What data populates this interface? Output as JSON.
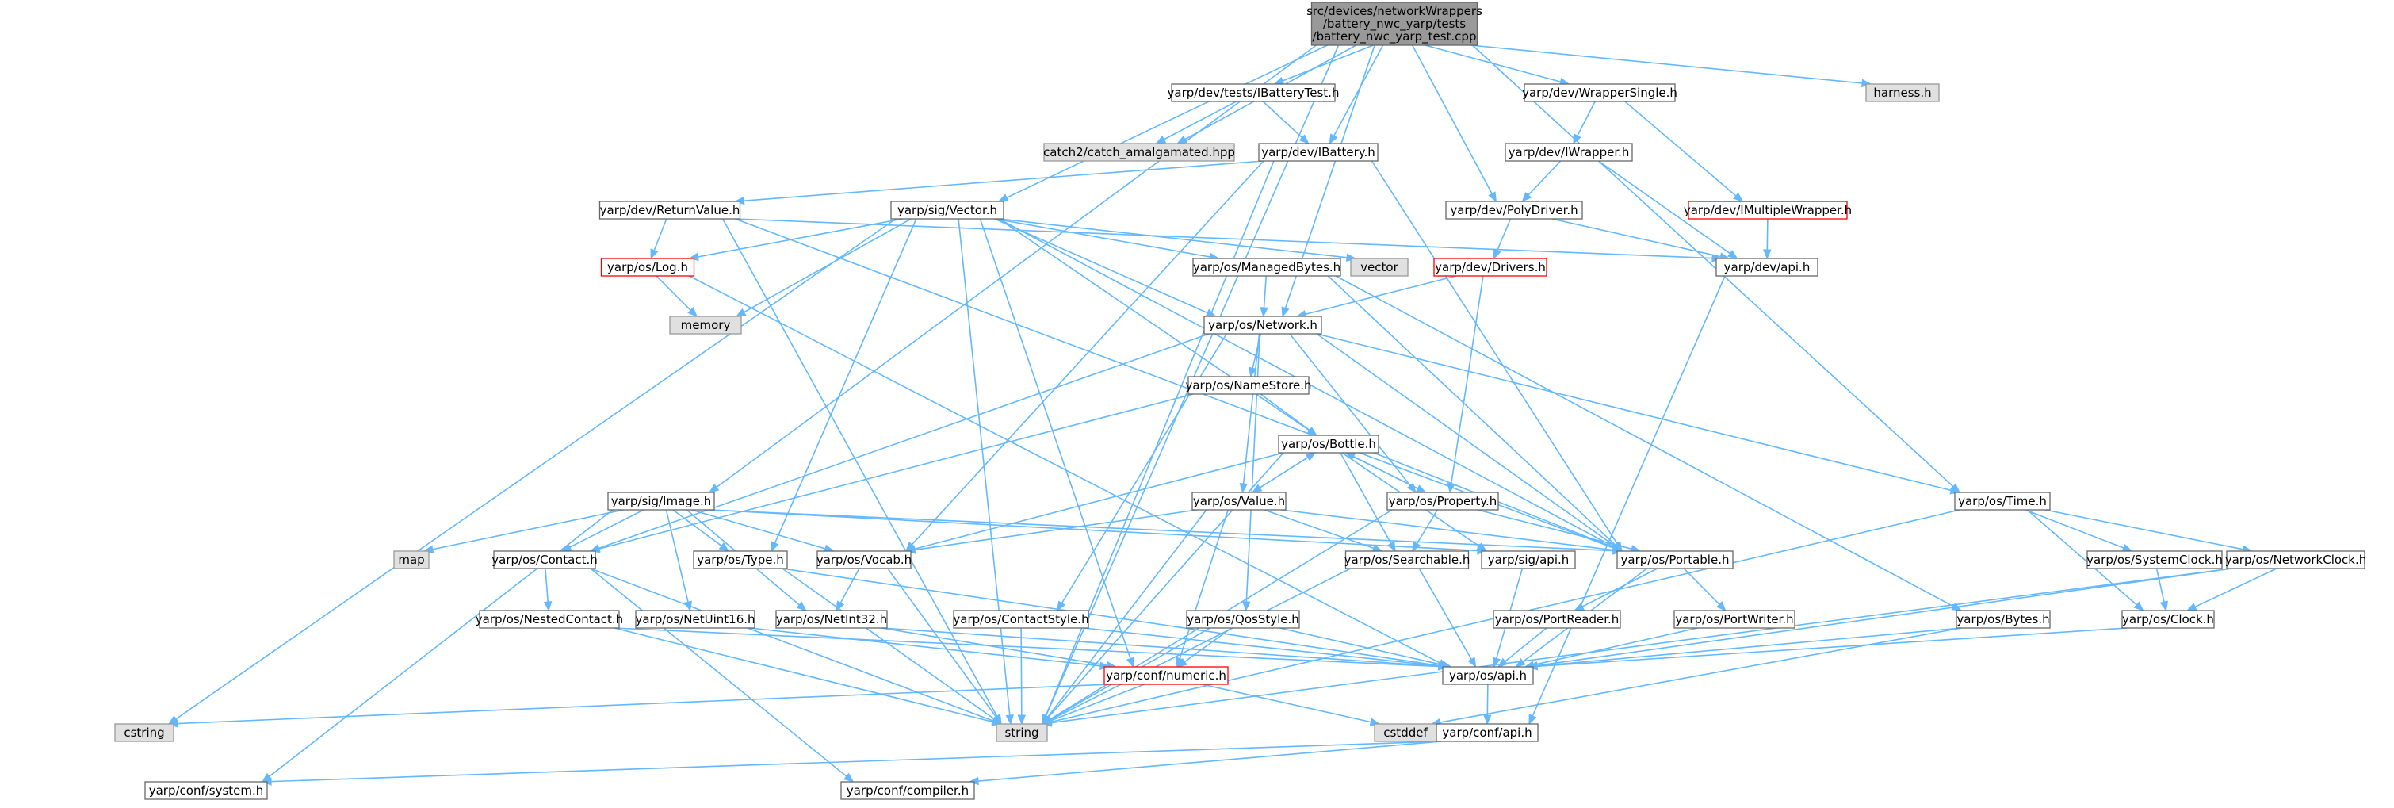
{
  "colors": {
    "edge": "#63b8ff",
    "node_fill": "#ffffff",
    "node_border": "#666666",
    "root_fill": "#999999",
    "root_border": "#666666",
    "external_fill": "#e0e0e0",
    "external_border": "#999999",
    "truncated_border": "#ff0000"
  },
  "nodes": [
    {
      "id": "root",
      "kind": "root",
      "lines": [
        "src/devices/networkWrappers",
        "/battery_nwc_yarp/tests",
        "/battery_nwc_yarp_test.cpp"
      ]
    },
    {
      "id": "ibatterytest",
      "kind": "normal",
      "lines": [
        "yarp/dev/tests/IBatteryTest.h"
      ]
    },
    {
      "id": "wrappersingle",
      "kind": "normal",
      "lines": [
        "yarp/dev/WrapperSingle.h"
      ]
    },
    {
      "id": "harness",
      "kind": "external",
      "lines": [
        "harness.h"
      ]
    },
    {
      "id": "catch2",
      "kind": "external",
      "lines": [
        "catch2/catch_amalgamated.hpp"
      ]
    },
    {
      "id": "ibattery",
      "kind": "normal",
      "lines": [
        "yarp/dev/IBattery.h"
      ]
    },
    {
      "id": "iwrapper",
      "kind": "normal",
      "lines": [
        "yarp/dev/IWrapper.h"
      ]
    },
    {
      "id": "returnvalue",
      "kind": "normal",
      "lines": [
        "yarp/dev/ReturnValue.h"
      ]
    },
    {
      "id": "vector",
      "kind": "normal",
      "lines": [
        "yarp/sig/Vector.h"
      ]
    },
    {
      "id": "polydriver",
      "kind": "normal",
      "lines": [
        "yarp/dev/PolyDriver.h"
      ]
    },
    {
      "id": "imultiplewrapper",
      "kind": "truncated",
      "lines": [
        "yarp/dev/IMultipleWrapper.h"
      ]
    },
    {
      "id": "log",
      "kind": "truncated",
      "lines": [
        "yarp/os/Log.h"
      ]
    },
    {
      "id": "managedbytes",
      "kind": "normal",
      "lines": [
        "yarp/os/ManagedBytes.h"
      ]
    },
    {
      "id": "std_vector",
      "kind": "external",
      "lines": [
        "vector"
      ]
    },
    {
      "id": "drivers",
      "kind": "truncated",
      "lines": [
        "yarp/dev/Drivers.h"
      ]
    },
    {
      "id": "devapi",
      "kind": "normal",
      "lines": [
        "yarp/dev/api.h"
      ]
    },
    {
      "id": "memory",
      "kind": "external",
      "lines": [
        "memory"
      ]
    },
    {
      "id": "network",
      "kind": "normal",
      "lines": [
        "yarp/os/Network.h"
      ]
    },
    {
      "id": "namestore",
      "kind": "normal",
      "lines": [
        "yarp/os/NameStore.h"
      ]
    },
    {
      "id": "bottle",
      "kind": "normal",
      "lines": [
        "yarp/os/Bottle.h"
      ]
    },
    {
      "id": "image",
      "kind": "normal",
      "lines": [
        "yarp/sig/Image.h"
      ]
    },
    {
      "id": "value",
      "kind": "normal",
      "lines": [
        "yarp/os/Value.h"
      ]
    },
    {
      "id": "property",
      "kind": "normal",
      "lines": [
        "yarp/os/Property.h"
      ]
    },
    {
      "id": "time",
      "kind": "normal",
      "lines": [
        "yarp/os/Time.h"
      ]
    },
    {
      "id": "map",
      "kind": "external",
      "lines": [
        "map"
      ]
    },
    {
      "id": "contact",
      "kind": "normal",
      "lines": [
        "yarp/os/Contact.h"
      ]
    },
    {
      "id": "type",
      "kind": "normal",
      "lines": [
        "yarp/os/Type.h"
      ]
    },
    {
      "id": "vocab",
      "kind": "normal",
      "lines": [
        "yarp/os/Vocab.h"
      ]
    },
    {
      "id": "sigapi",
      "kind": "normal",
      "lines": [
        "yarp/sig/api.h"
      ]
    },
    {
      "id": "searchable",
      "kind": "normal",
      "lines": [
        "yarp/os/Searchable.h"
      ]
    },
    {
      "id": "portable",
      "kind": "normal",
      "lines": [
        "yarp/os/Portable.h"
      ]
    },
    {
      "id": "systemclock",
      "kind": "normal",
      "lines": [
        "yarp/os/SystemClock.h"
      ]
    },
    {
      "id": "networkclock",
      "kind": "normal",
      "lines": [
        "yarp/os/NetworkClock.h"
      ]
    },
    {
      "id": "nestedcontact",
      "kind": "normal",
      "lines": [
        "yarp/os/NestedContact.h"
      ]
    },
    {
      "id": "netuint16",
      "kind": "normal",
      "lines": [
        "yarp/os/NetUint16.h"
      ]
    },
    {
      "id": "netint32",
      "kind": "normal",
      "lines": [
        "yarp/os/NetInt32.h"
      ]
    },
    {
      "id": "contactstyle",
      "kind": "normal",
      "lines": [
        "yarp/os/ContactStyle.h"
      ]
    },
    {
      "id": "qosstyle",
      "kind": "normal",
      "lines": [
        "yarp/os/QosStyle.h"
      ]
    },
    {
      "id": "portreader",
      "kind": "normal",
      "lines": [
        "yarp/os/PortReader.h"
      ]
    },
    {
      "id": "portwriter",
      "kind": "normal",
      "lines": [
        "yarp/os/PortWriter.h"
      ]
    },
    {
      "id": "bytes",
      "kind": "normal",
      "lines": [
        "yarp/os/Bytes.h"
      ]
    },
    {
      "id": "clock",
      "kind": "normal",
      "lines": [
        "yarp/os/Clock.h"
      ]
    },
    {
      "id": "numeric",
      "kind": "truncated",
      "lines": [
        "yarp/conf/numeric.h"
      ]
    },
    {
      "id": "osapi",
      "kind": "normal",
      "lines": [
        "yarp/os/api.h"
      ]
    },
    {
      "id": "cstring",
      "kind": "external",
      "lines": [
        "cstring"
      ]
    },
    {
      "id": "string",
      "kind": "external",
      "lines": [
        "string"
      ]
    },
    {
      "id": "cstddef",
      "kind": "external",
      "lines": [
        "cstddef"
      ]
    },
    {
      "id": "confapi",
      "kind": "normal",
      "lines": [
        "yarp/conf/api.h"
      ]
    },
    {
      "id": "system",
      "kind": "normal",
      "lines": [
        "yarp/conf/system.h"
      ]
    },
    {
      "id": "compiler",
      "kind": "normal",
      "lines": [
        "yarp/conf/compiler.h"
      ]
    }
  ],
  "edges": [
    [
      "root",
      "ibatterytest"
    ],
    [
      "root",
      "wrappersingle"
    ],
    [
      "root",
      "harness"
    ],
    [
      "root",
      "catch2"
    ],
    [
      "root",
      "ibattery"
    ],
    [
      "root",
      "vector"
    ],
    [
      "root",
      "polydriver"
    ],
    [
      "root",
      "network"
    ],
    [
      "root",
      "image"
    ],
    [
      "root",
      "time"
    ],
    [
      "root",
      "string"
    ],
    [
      "ibatterytest",
      "catch2"
    ],
    [
      "ibatterytest",
      "ibattery"
    ],
    [
      "wrappersingle",
      "iwrapper"
    ],
    [
      "wrappersingle",
      "imultiplewrapper"
    ],
    [
      "ibattery",
      "returnvalue"
    ],
    [
      "ibattery",
      "portable"
    ],
    [
      "ibattery",
      "vocab"
    ],
    [
      "ibattery",
      "string"
    ],
    [
      "iwrapper",
      "polydriver"
    ],
    [
      "iwrapper",
      "devapi"
    ],
    [
      "imultiplewrapper",
      "devapi"
    ],
    [
      "polydriver",
      "drivers"
    ],
    [
      "polydriver",
      "devapi"
    ],
    [
      "returnvalue",
      "log"
    ],
    [
      "returnvalue",
      "devapi"
    ],
    [
      "returnvalue",
      "string"
    ],
    [
      "returnvalue",
      "portable"
    ],
    [
      "vector",
      "log"
    ],
    [
      "vector",
      "memory"
    ],
    [
      "vector",
      "managedbytes"
    ],
    [
      "vector",
      "std_vector"
    ],
    [
      "vector",
      "type"
    ],
    [
      "vector",
      "sigapi"
    ],
    [
      "vector",
      "portable"
    ],
    [
      "vector",
      "numeric"
    ],
    [
      "vector",
      "cstring"
    ],
    [
      "vector",
      "string"
    ],
    [
      "vector",
      "network"
    ],
    [
      "log",
      "memory"
    ],
    [
      "log",
      "osapi"
    ],
    [
      "managedbytes",
      "network"
    ],
    [
      "managedbytes",
      "bytes"
    ],
    [
      "managedbytes",
      "portable"
    ],
    [
      "drivers",
      "network"
    ],
    [
      "drivers",
      "property"
    ],
    [
      "devapi",
      "confapi"
    ],
    [
      "network",
      "namestore"
    ],
    [
      "network",
      "contact"
    ],
    [
      "network",
      "value"
    ],
    [
      "network",
      "property"
    ],
    [
      "network",
      "portable"
    ],
    [
      "network",
      "time"
    ],
    [
      "network",
      "contactstyle"
    ],
    [
      "network",
      "qosstyle"
    ],
    [
      "namestore",
      "bottle"
    ],
    [
      "namestore",
      "contact"
    ],
    [
      "bottle",
      "value"
    ],
    [
      "bottle",
      "property"
    ],
    [
      "bottle",
      "searchable"
    ],
    [
      "bottle",
      "portable"
    ],
    [
      "bottle",
      "vocab"
    ],
    [
      "bottle",
      "string"
    ],
    [
      "value",
      "bottle"
    ],
    [
      "value",
      "vocab"
    ],
    [
      "value",
      "searchable"
    ],
    [
      "value",
      "portable"
    ],
    [
      "value",
      "numeric"
    ],
    [
      "value",
      "string"
    ],
    [
      "property",
      "bottle"
    ],
    [
      "property",
      "searchable"
    ],
    [
      "property",
      "portable"
    ],
    [
      "property",
      "string"
    ],
    [
      "image",
      "map"
    ],
    [
      "image",
      "contact"
    ],
    [
      "image",
      "type"
    ],
    [
      "image",
      "vocab"
    ],
    [
      "image",
      "netuint16"
    ],
    [
      "image",
      "netint32"
    ],
    [
      "image",
      "sigapi"
    ],
    [
      "image",
      "portable"
    ],
    [
      "image",
      "system"
    ],
    [
      "time",
      "systemclock"
    ],
    [
      "time",
      "networkclock"
    ],
    [
      "time",
      "clock"
    ],
    [
      "time",
      "string"
    ],
    [
      "contact",
      "nestedcontact"
    ],
    [
      "contact",
      "string"
    ],
    [
      "contact",
      "compiler"
    ],
    [
      "type",
      "osapi"
    ],
    [
      "type",
      "string"
    ],
    [
      "vocab",
      "netint32"
    ],
    [
      "vocab",
      "string"
    ],
    [
      "sigapi",
      "osapi"
    ],
    [
      "searchable",
      "osapi"
    ],
    [
      "searchable",
      "string"
    ],
    [
      "portable",
      "portreader"
    ],
    [
      "portable",
      "portwriter"
    ],
    [
      "portable",
      "osapi"
    ],
    [
      "systemclock",
      "clock"
    ],
    [
      "networkclock",
      "clock"
    ],
    [
      "networkclock",
      "osapi"
    ],
    [
      "networkclock",
      "string"
    ],
    [
      "nestedcontact",
      "string"
    ],
    [
      "nestedcontact",
      "osapi"
    ],
    [
      "netuint16",
      "numeric"
    ],
    [
      "netint32",
      "numeric"
    ],
    [
      "netint32",
      "osapi"
    ],
    [
      "contactstyle",
      "string"
    ],
    [
      "contactstyle",
      "osapi"
    ],
    [
      "qosstyle",
      "numeric"
    ],
    [
      "qosstyle",
      "string"
    ],
    [
      "qosstyle",
      "osapi"
    ],
    [
      "portreader",
      "osapi"
    ],
    [
      "portwriter",
      "osapi"
    ],
    [
      "bytes",
      "osapi"
    ],
    [
      "bytes",
      "cstddef"
    ],
    [
      "clock",
      "osapi"
    ],
    [
      "numeric",
      "cstring"
    ],
    [
      "numeric",
      "string"
    ],
    [
      "numeric",
      "cstddef"
    ],
    [
      "osapi",
      "confapi"
    ],
    [
      "confapi",
      "system"
    ],
    [
      "confapi",
      "compiler"
    ]
  ]
}
